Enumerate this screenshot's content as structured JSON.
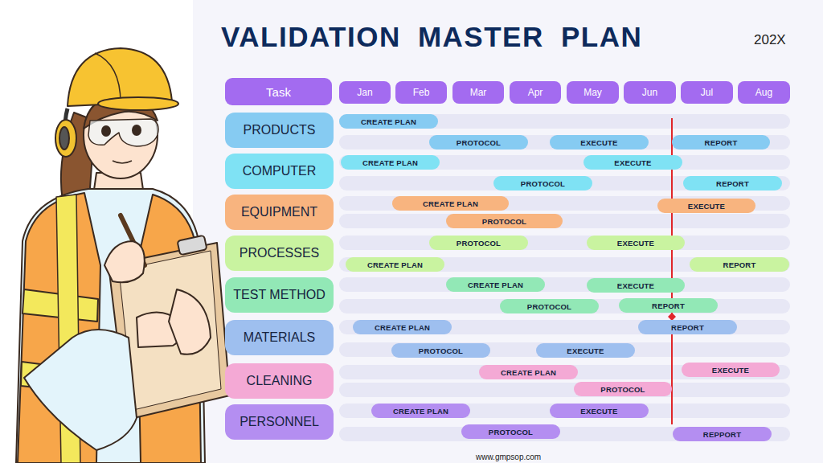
{
  "diagram": {
    "title": "VALIDATION MASTER PLAN",
    "nodes": [
      {
        "text": [
          "Task"
        ]
      },
      {
        "text": [
          "Jan"
        ]
      },
      {
        "text": [
          "Feb"
        ]
      },
      {
        "text": [
          "Mar"
        ]
      },
      {
        "text": [
          "Apr"
        ]
      },
      {
        "text": [
          "May"
        ]
      },
      {
        "text": [
          "Jun"
        ]
      },
      {
        "text": [
          "Jul"
        ]
      },
      {
        "text": [
          "Aug"
        ]
      },
      {
        "text": [
          "PRODUCTS"
        ]
      },
      {
        "text": [
          "CREATE PLAN"
        ]
      },
      {
        "text": [
          "PROTOCOL"
        ]
      },
      {
        "text": [
          "EXECUTE"
        ]
      },
      {
        "text": [
          "REPORT"
        ]
      },
      {
        "text": [
          "COMPUTER"
        ]
      },
      {
        "text": [
          "CREATE PLAN"
        ]
      },
      {
        "text": [
          "EXECUTE"
        ]
      },
      {
        "text": [
          "PROTOCOL"
        ]
      },
      {
        "text": [
          "REPORT"
        ]
      },
      {
        "text": [
          "EQUIPMENT"
        ]
      },
      {
        "text": [
          "CREATE PLAN"
        ]
      },
      {
        "text": [
          "EXECUTE"
        ]
      },
      {
        "text": [
          "PROTOCOL"
        ]
      },
      {
        "text": [
          "PROCESSES"
        ]
      },
      {
        "text": [
          "PROTOCOL"
        ]
      },
      {
        "text": [
          "EXECUTE"
        ]
      },
      {
        "text": [
          "CREATE PLAN"
        ]
      },
      {
        "text": [
          "REPORT"
        ]
      },
      {
        "text": [
          "TEST METHOD"
        ]
      },
      {
        "text": [
          "CREATE PLAN"
        ]
      },
      {
        "text": [
          "EXECUTE"
        ]
      },
      {
        "text": [
          "PROTOCOL"
        ]
      },
      {
        "text": [
          "REPORT"
        ]
      },
      {
        "text": [
          "MATERIALS"
        ]
      },
      {
        "text": [
          "CREATE PLAN"
        ]
      },
      {
        "text": [
          "REPORT"
        ]
      },
      {
        "text": [
          "PROTOCOL"
        ]
      },
      {
        "text": [
          "EXECUTE"
        ]
      },
      {
        "text": [
          "CLEANING"
        ]
      },
      {
        "text": [
          "CREATE PLAN"
        ]
      },
      {
        "text": [
          "EXECUTE"
        ]
      },
      {
        "text": [
          "PROTOCOL"
        ]
      },
      {
        "text": [
          "PERSONNEL"
        ]
      },
      {
        "text": [
          "CREATE PLAN"
        ]
      },
      {
        "text": [
          "EXECUTE"
        ]
      },
      {
        "text": [
          "PROTOCOL"
        ]
      },
      {
        "text": [
          "REPPORT"
        ]
      }
    ],
    "labels": [
      "202X",
      "www.gmpsop.com"
    ]
  }
}
